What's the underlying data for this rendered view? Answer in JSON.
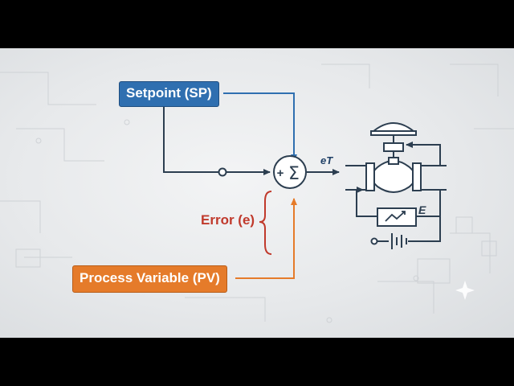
{
  "diagram": {
    "setpoint_label": "Setpoint (SP)",
    "process_variable_label": "Process Variable (PV)",
    "error_label": "Error (e)",
    "summer_symbol": "Σ",
    "summer_sign": "+",
    "summer_output_label": "eT",
    "feedback_label": "E"
  },
  "colors": {
    "setpoint": "#2f6fb0",
    "process_variable": "#e57b2a",
    "error": "#c0392b",
    "lines": "#2c3e50"
  }
}
